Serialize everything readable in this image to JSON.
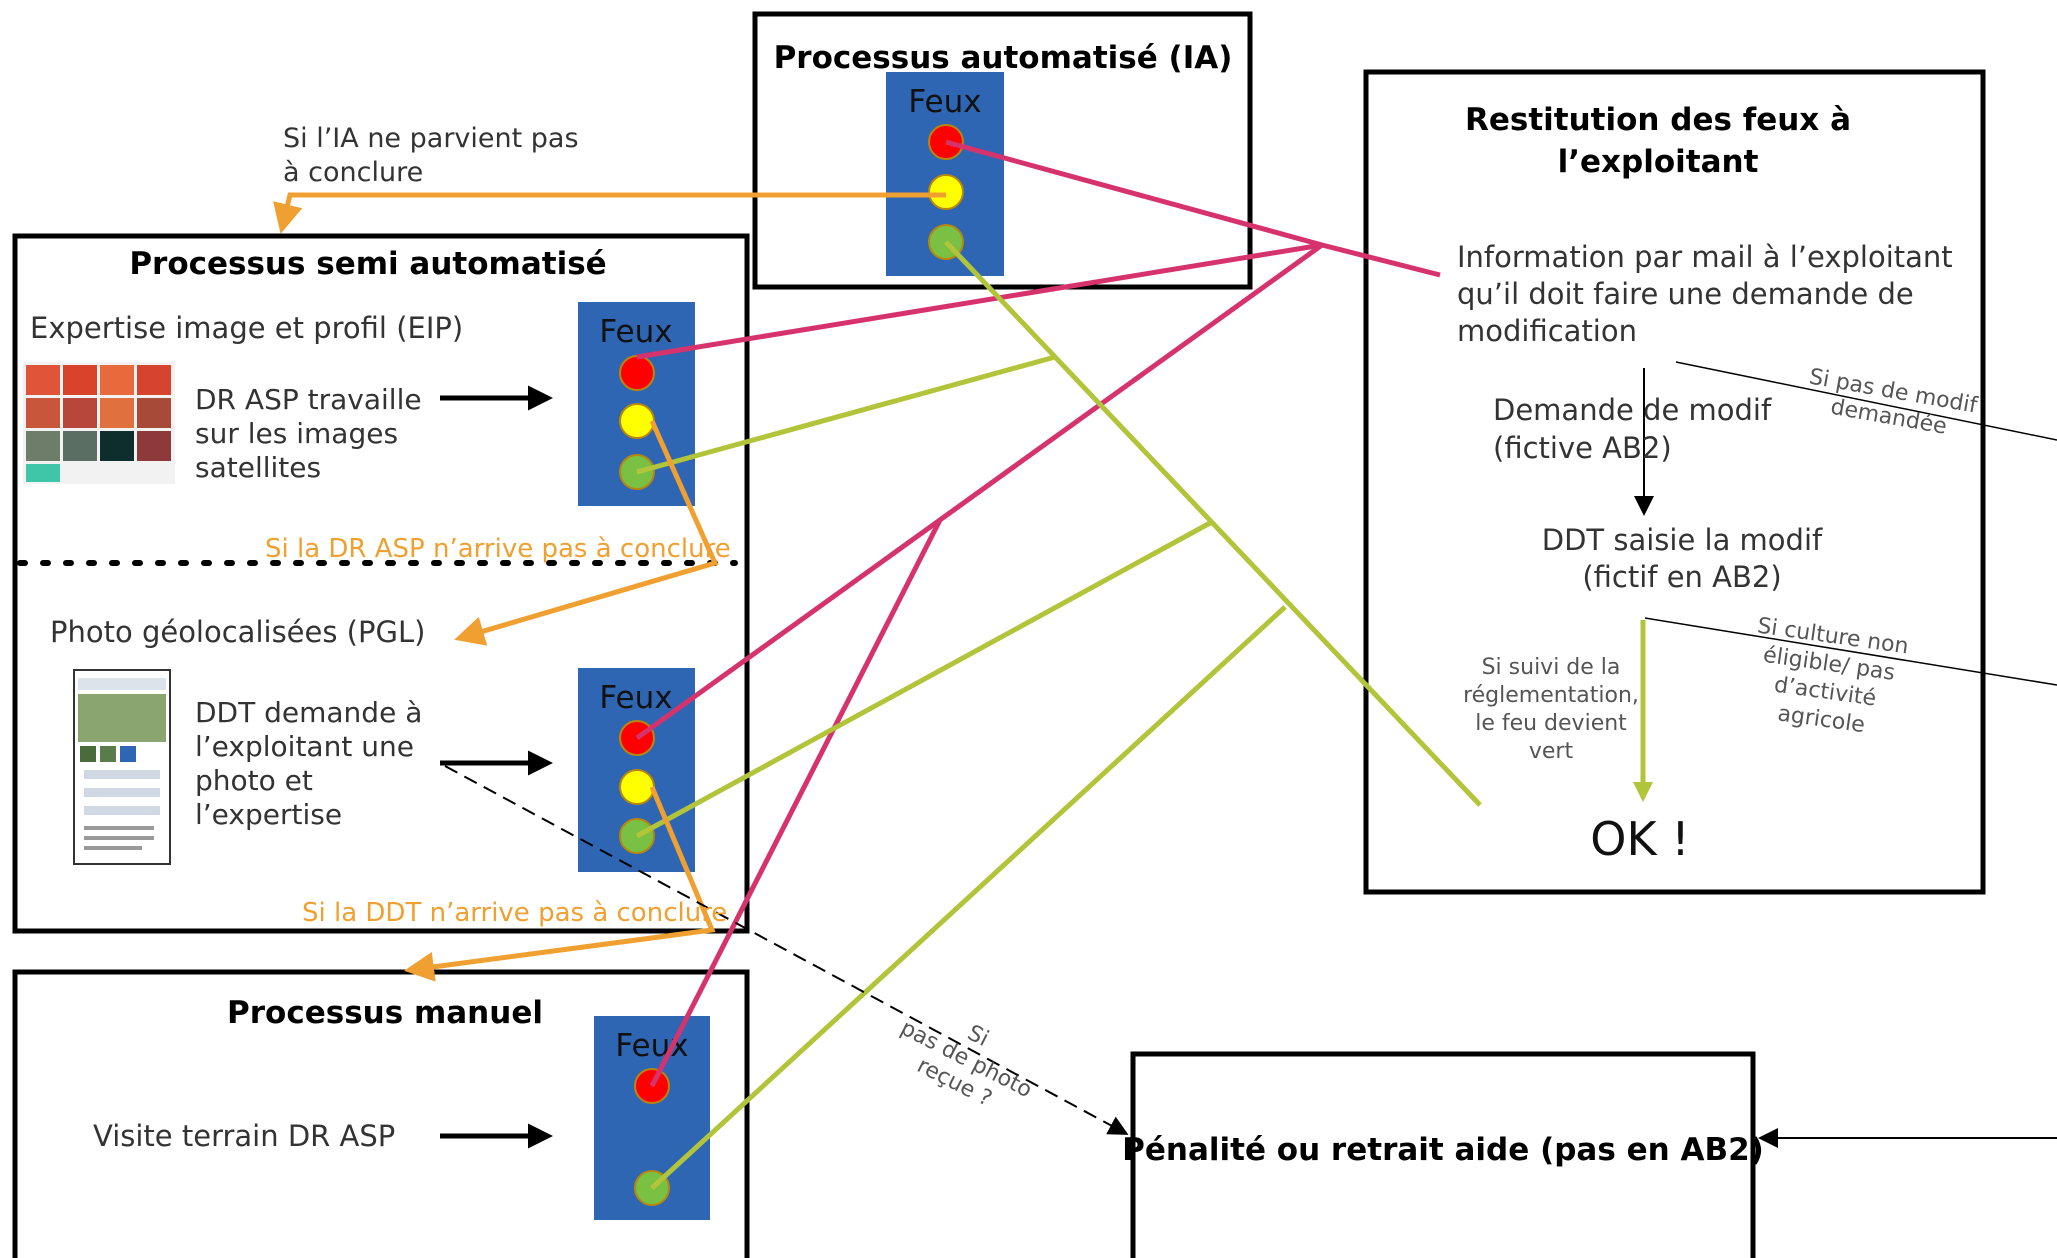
{
  "colors": {
    "red_light": "#ff0000",
    "yellow_light": "#ffff00",
    "green_light": "#7ac143",
    "feux_panel": "#2f66b4",
    "magenta_line": "#d6336c",
    "olive_line": "#b2c43a",
    "orange_arrow": "#f0a030"
  },
  "ia_box": {
    "title": "Processus automatisé (IA)",
    "feux_label": "Feux"
  },
  "ia_fail_note": {
    "line1": "Si l’IA ne parvient pas",
    "line2": "à conclure"
  },
  "semi_box": {
    "title": "Processus semi automatisé",
    "eip": {
      "heading": "Expertise image et profil (EIP)",
      "text_lines": [
        "DR ASP travaille",
        "sur les images",
        "satellites"
      ],
      "feux_label": "Feux",
      "fail_note": "Si la DR ASP n’arrive pas à conclure",
      "thumbnail_icon": "satellite-images-thumbnail"
    },
    "pgl": {
      "heading": "Photo géolocalisées (PGL)",
      "text_lines": [
        "DDT demande à",
        "l’exploitant une",
        "photo et",
        "l’expertise"
      ],
      "feux_label": "Feux",
      "fail_note": "Si la DDT n’arrive pas à conclure",
      "thumbnail_icon": "phone-app-screenshot"
    }
  },
  "manual_box": {
    "title": "Processus manuel",
    "text": "Visite terrain DR ASP",
    "feux_label": "Feux"
  },
  "restitution_box": {
    "title_line1": "Restitution des feux à",
    "title_line2": "l’exploitant",
    "info_lines": [
      "Information par mail à l’exploitant",
      "qu’il doit faire une demande de",
      "modification"
    ],
    "no_modif_note": [
      "Si pas de modif",
      "demandée"
    ],
    "demande_lines": [
      "Demande de modif",
      "(fictive AB2)"
    ],
    "ddt_lines": [
      "DDT saisie la modif",
      "(fictif en AB2)"
    ],
    "non_eligible_note": [
      "Si culture non",
      "éligible/ pas",
      "d’activité",
      "agricole"
    ],
    "suivi_note": [
      "Si suivi de la",
      "réglementation,",
      "le feu devient",
      "vert"
    ],
    "ok": "OK !"
  },
  "no_photo_note": [
    "Si",
    "pas de photo",
    "reçue ?"
  ],
  "penalty_box": {
    "text": "Pénalité ou retrait aide (pas en AB2)"
  }
}
